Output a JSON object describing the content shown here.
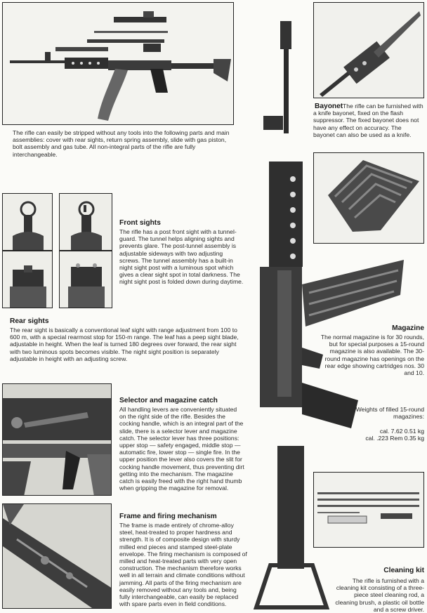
{
  "stripping": {
    "text": "The rifle can easily be stripped without any tools into the following parts and main assemblies: cover with rear sights, return spring assembly, slide with gas piston, bolt assembly and gas tube. All non-integral parts of the rifle are fully interchangeable."
  },
  "bayonet": {
    "title": "Bayonet",
    "text": "The rifle can be furnished with a knife bayonet, fixed on the flash suppressor. The fixed bayonet does not have any effect on accuracy. The bayonet can also be used as a knife."
  },
  "front_sights": {
    "title": "Front sights",
    "text": "The rifle has a post front sight with a tunnel-guard. The tunnel helps aligning sights and prevents glare. The post-tunnel assembly is adjustable sideways with two adjusting screws. The tunnel assembly has a built-in night sight post with a luminous spot which gives a clear sight spot in total darkness. The night sight post is folded down during daytime."
  },
  "rear_sights": {
    "title": "Rear sights",
    "text": "The rear sight is basically a conventional leaf sight with range adjustment from 100 to 600 m, with a special rearmost stop for 150-m range. The leaf has a peep sight blade, adjustable in height. When the leaf is turned 180 degrees over forward, the rear sight with two luminous spots becomes visible. The night sight position is separately adjustable in height with an adjusting screw."
  },
  "magazine": {
    "title": "Magazine",
    "text": "The normal magazine is for 30 rounds, but for special purposes a 15-round magazine is also available. The 30-round magazine has openings on the rear edge showing cartridges nos. 30 and 10.",
    "weights_heading": "Weights of filled 15-round magazines:",
    "weights": [
      {
        "label": "cal. 7.62",
        "value": "0.51 kg"
      },
      {
        "label": "cal. .223 Rem",
        "value": "0.35 kg"
      }
    ]
  },
  "selector": {
    "title": "Selector and magazine catch",
    "text": "All handling levers are conveniently situated on the right side of the rifle. Besides the cocking handle, which is an integral part of the slide, there is a selector lever and magazine catch. The selector lever has three positions: upper stop — safety engaged, middle stop — automatic fire, lower stop — single fire. In the upper position the lever also covers the slit for cocking handle movement, thus preventing dirt getting into the mechanism. The magazine catch is easily freed with the right hand thumb when gripping the magazine for removal."
  },
  "frame": {
    "title": "Frame and firing mechanism",
    "text": "The frame is made entirely of chrome-alloy steel, heat-treated to proper hardness and strength. It is of composite design with sturdy milled end pieces and stamped steel-plate envelope. The firing mechanism is composed of milled and heat-treated parts with very open construction. The mechanism therefore works well in all terrain and climate conditions without jamming. All parts of the firing mechanism are easily removed without any tools and, being fully interchangeable, can easily be replaced with spare parts even in field conditions."
  },
  "cleaning": {
    "title": "Cleaning kit",
    "text": "The rifle is furnished with a cleaning kit consisting of a three-piece steel cleaning rod, a cleaning brush, a plastic oil bottle and a screw driver."
  }
}
